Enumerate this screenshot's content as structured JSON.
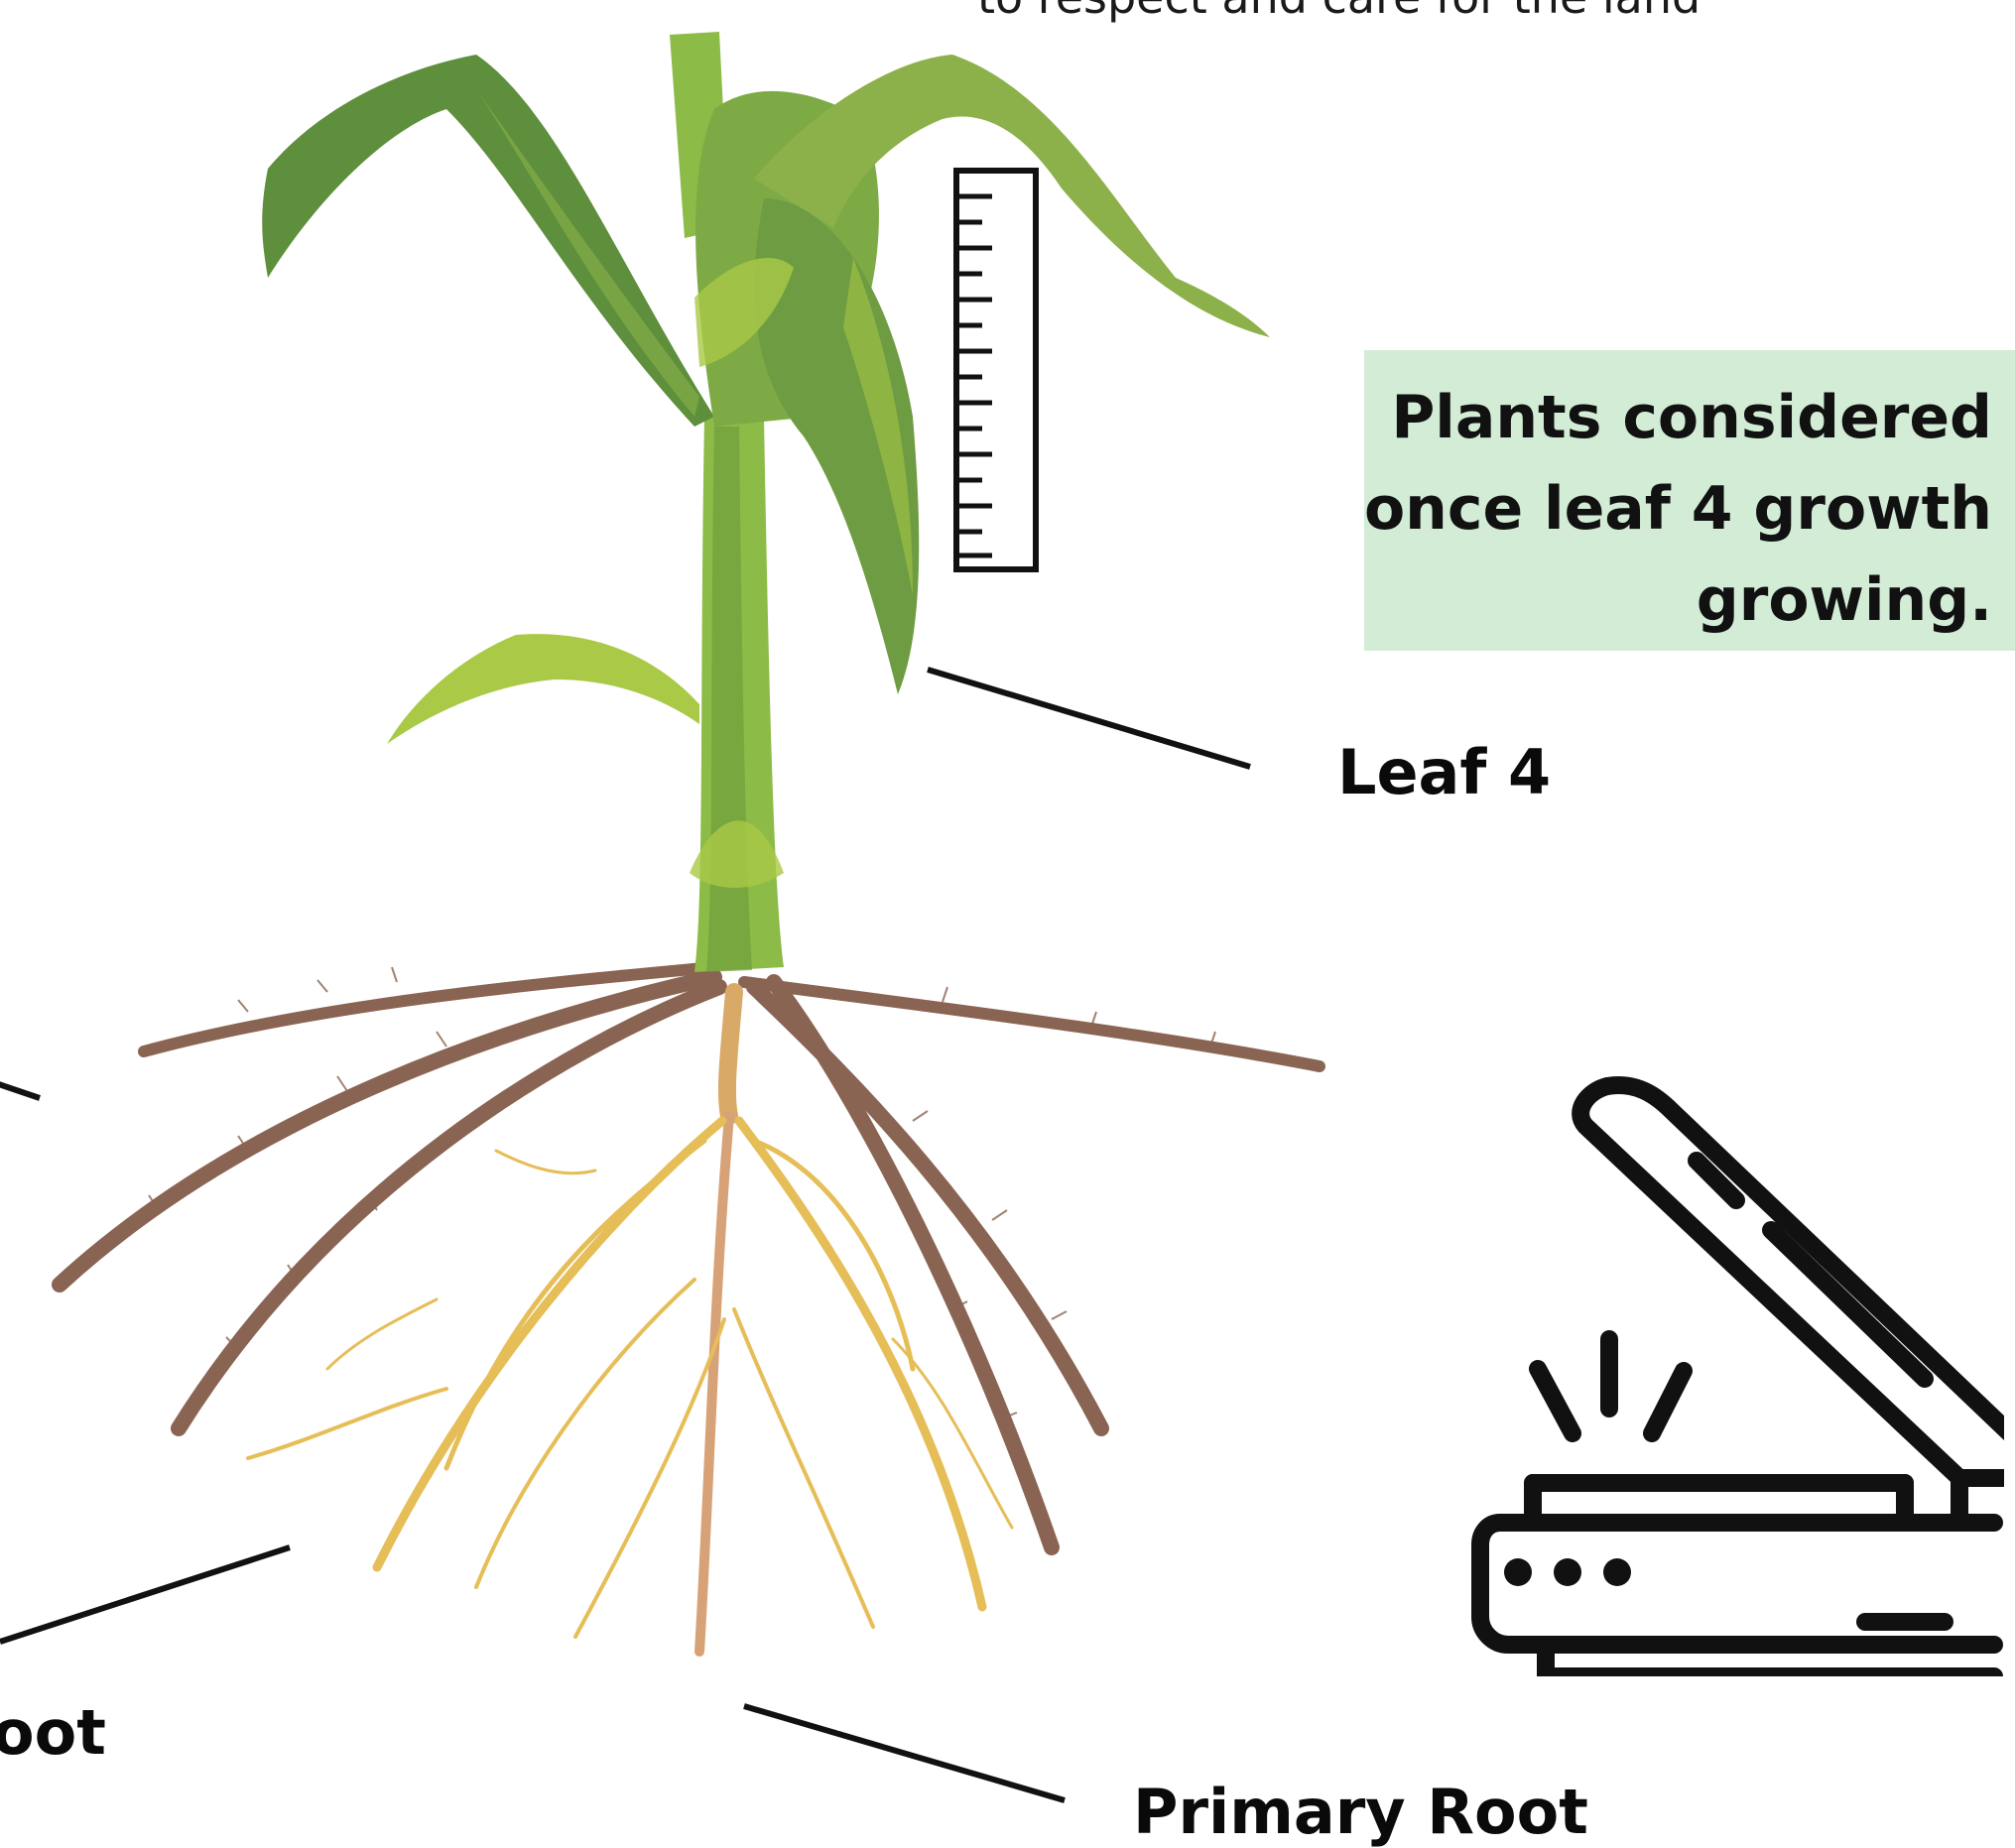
{
  "top_caption": "to respect and care for the land",
  "info_box": {
    "text": "Plants considered\nonce leaf 4 growth\ngrowing."
  },
  "labels": {
    "leaf4": "Leaf 4",
    "primary_root": "Primary Root",
    "left_root_partial": "oot"
  },
  "icons": {
    "ruler": "ruler-icon",
    "scanner": "scanner-icon"
  },
  "colors": {
    "info_box_bg": "#d3ecd6",
    "leaf_dark": "#4f7f35",
    "leaf_light": "#a9c947",
    "stem": "#8dbb47",
    "nodal_root": "#8a6452",
    "primary_root": "#e6be58"
  }
}
